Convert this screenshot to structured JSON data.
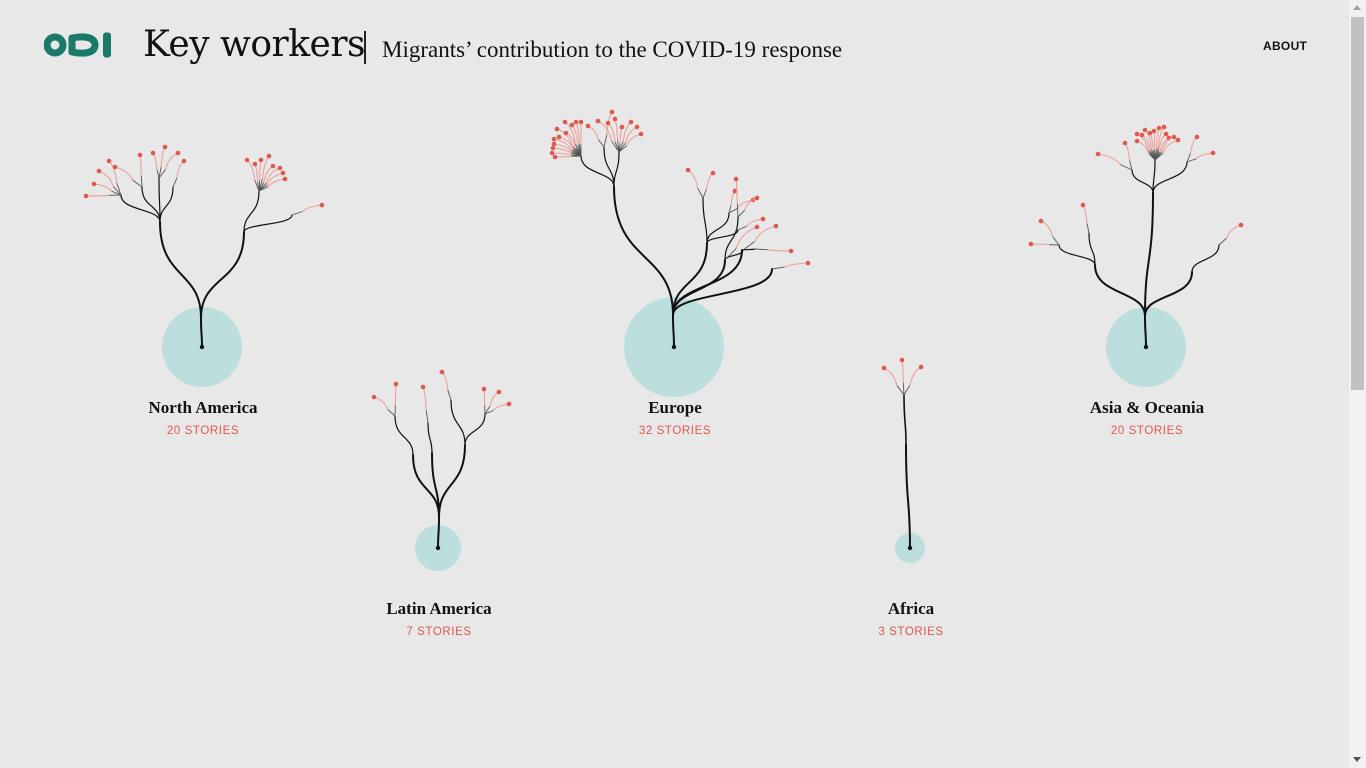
{
  "header": {
    "logo_text": "ODI",
    "title": "Key workers",
    "subtitle": "Migrants’ contribution to the COVID-19 response",
    "about_label": "ABOUT"
  },
  "colors": {
    "background": "#e7e8e7",
    "brand": "#1a7a6a",
    "leaf": "#e0584d",
    "twig": "#ee9f98",
    "branch": "#111111",
    "root_circle": "#bcdedd",
    "count_text": "#e0584d"
  },
  "regions": [
    {
      "id": "north-america",
      "name": "North America",
      "count_label": "20 STORIES",
      "stories": 20
    },
    {
      "id": "latin-america",
      "name": "Latin America",
      "count_label": "7 STORIES",
      "stories": 7
    },
    {
      "id": "europe",
      "name": "Europe",
      "count_label": "32 STORIES",
      "stories": 32
    },
    {
      "id": "africa",
      "name": "Africa",
      "count_label": "3 STORIES",
      "stories": 3
    },
    {
      "id": "asia-oceania",
      "name": "Asia & Oceania",
      "count_label": "20 STORIES",
      "stories": 20
    }
  ]
}
